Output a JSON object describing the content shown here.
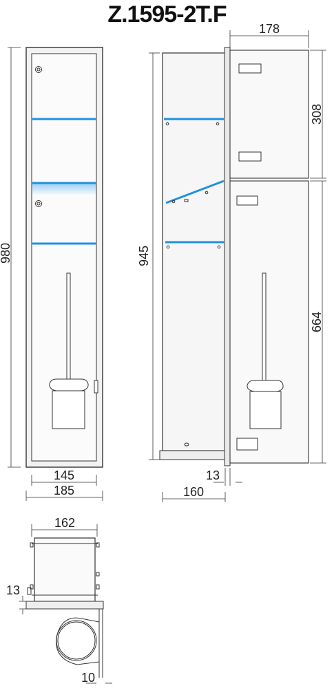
{
  "title": "Z.1595-2T.F",
  "colors": {
    "line": "#333333",
    "shelf": "#1e90e0",
    "shelf_glow": "#cfe6f7",
    "panel": "#f7f7f7",
    "frame": "#e9e9e9"
  },
  "dimensions": {
    "front_height": "980",
    "front_inner_width": "145",
    "front_outer_width": "185",
    "side_height": "945",
    "side_depth": "160",
    "side_door_offset": "13",
    "door_width": "178",
    "door_upper_height": "308",
    "door_lower_height": "664",
    "top_width": "162",
    "top_flange": "13",
    "top_offset": "10"
  }
}
